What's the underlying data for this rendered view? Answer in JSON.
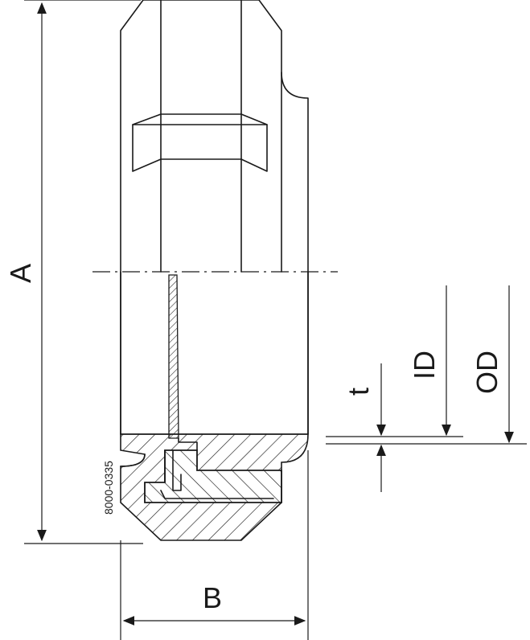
{
  "drawing": {
    "part_code": "8000-0335",
    "dimensions": {
      "a": "A",
      "b": "B",
      "t": "t",
      "id": "ID",
      "od": "OD"
    }
  }
}
